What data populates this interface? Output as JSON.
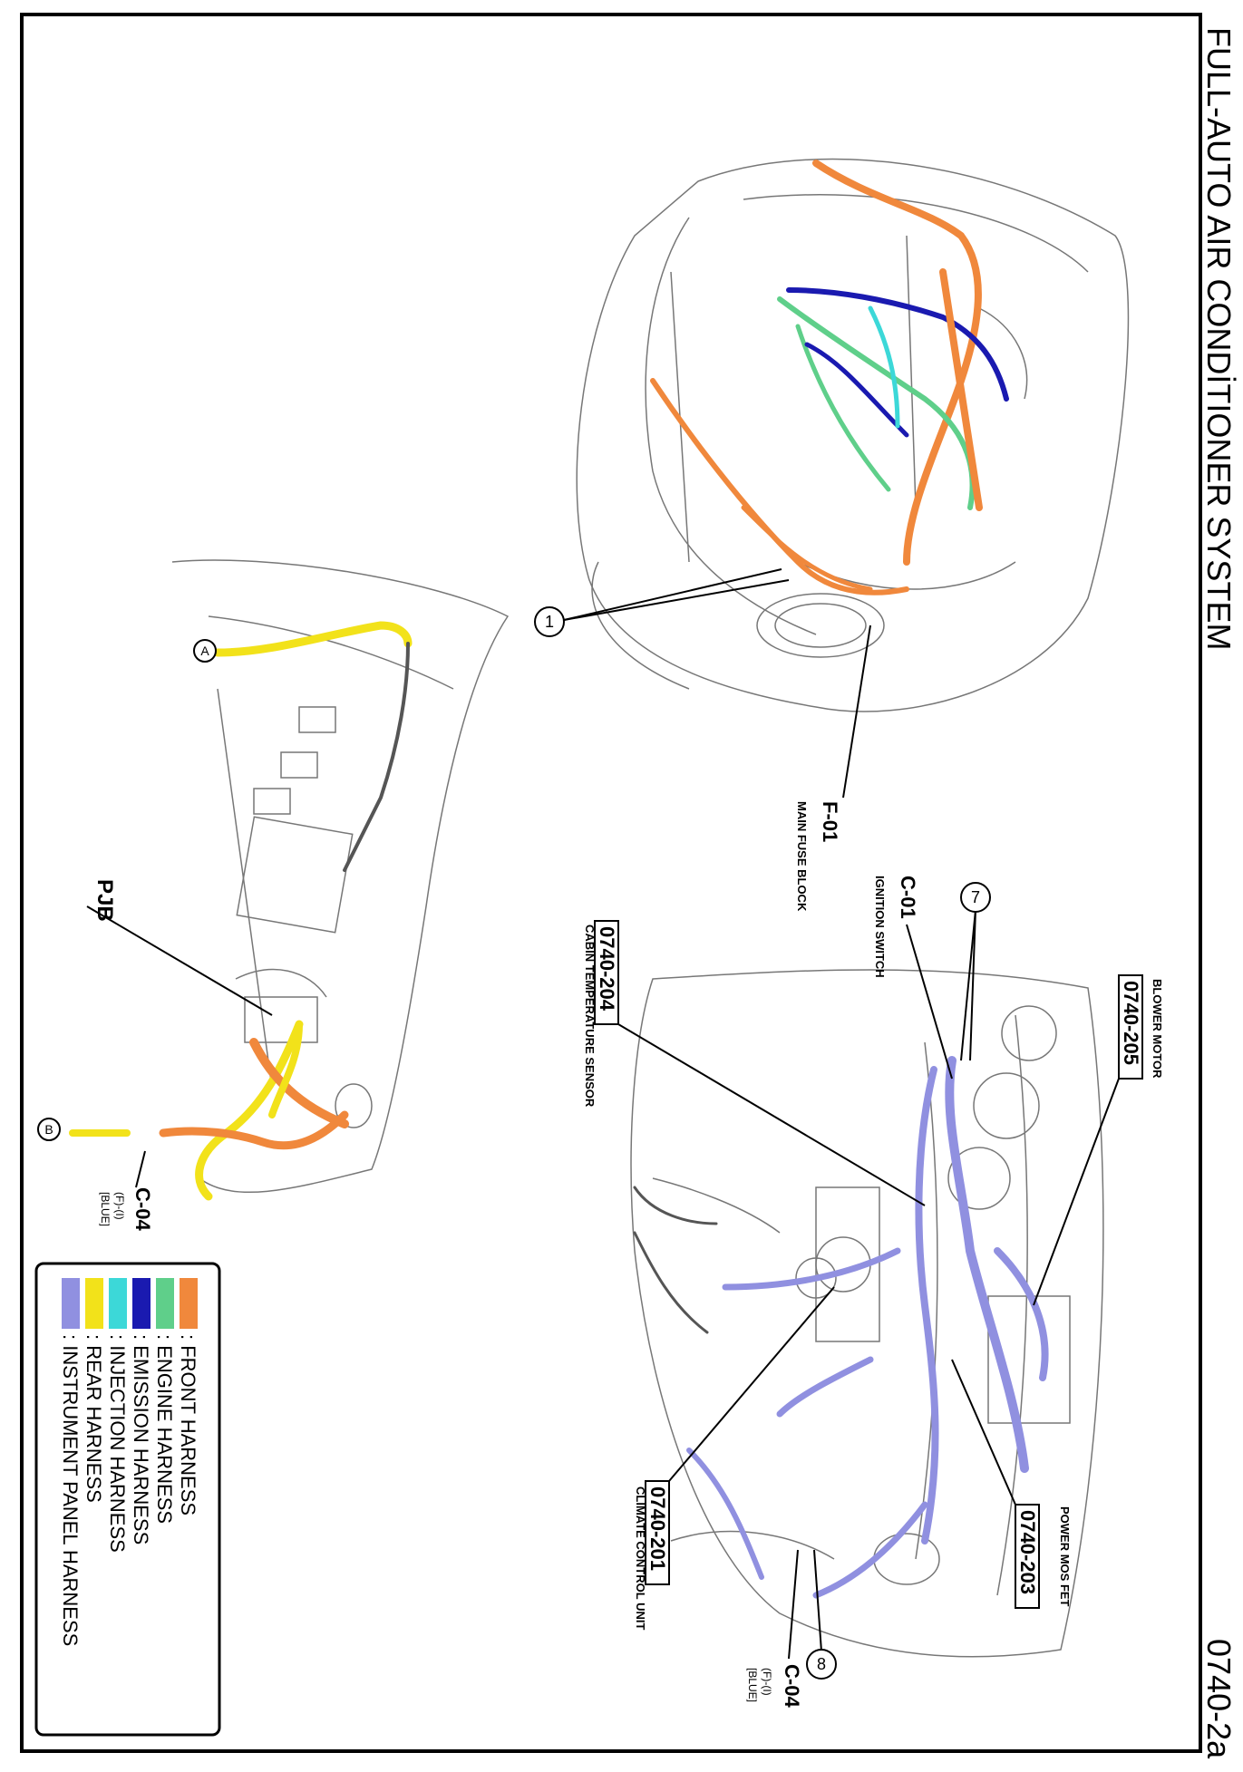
{
  "page": {
    "title": "FULL-AUTO AIR CONDİTIONER SYSTEM",
    "code": "0740-2a"
  },
  "callouts": {
    "c1": "1",
    "c7": "7",
    "c8": "8",
    "cA": "A",
    "cB": "B"
  },
  "labels": {
    "f01_code": "F-01",
    "f01_name": "MAIN FUSE BLOCK",
    "c01_code": "C-01",
    "c01_name": "IGNITION SWITCH",
    "blower_name": "BLOWER MOTOR",
    "blower_code": "0740-205",
    "cabin_code": "0740-204",
    "cabin_name": "CABIN TEMPERATURE SENSOR",
    "climate_code": "0740-201",
    "climate_name": "CLIMATE CONTROL UNIT",
    "mosfet_name": "POWER MOS FET",
    "mosfet_code": "0740-203",
    "c04_code": "C-04",
    "c04_pin": "(F)-(I)",
    "c04_color": "[BLUE]",
    "c04b_code": "C-04",
    "c04b_pin": "(F)-(I)",
    "c04b_color": "[BLUE]",
    "pjb": "PJB"
  },
  "legend": [
    {
      "label": ": FRONT HARNESS",
      "color": "#f0883c"
    },
    {
      "label": ": ENGINE HARNESS",
      "color": "#5fcf8a"
    },
    {
      "label": ": EMISSION HARNESS",
      "color": "#1a1ab0"
    },
    {
      "label": ": INJECTION HARNESS",
      "color": "#3cd8d8"
    },
    {
      "label": ": REAR HARNESS",
      "color": "#f2e21a"
    },
    {
      "label": ": INSTRUMENT PANEL HARNESS",
      "color": "#9090e0"
    }
  ]
}
